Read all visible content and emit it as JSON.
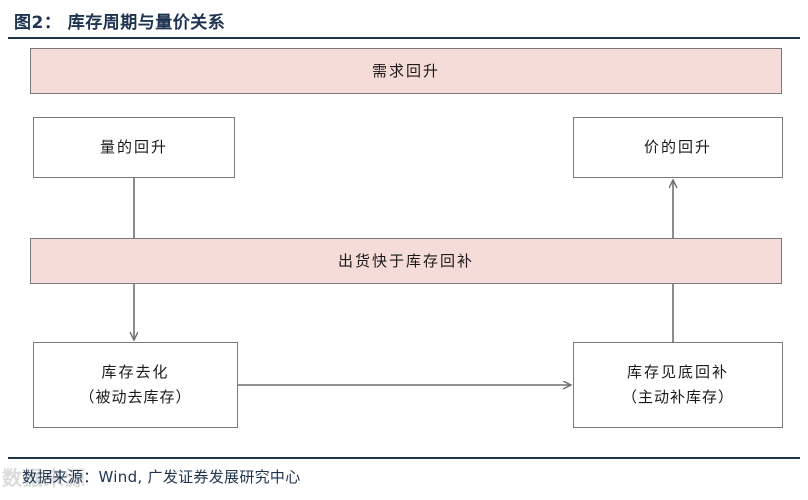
{
  "header": {
    "title": "图2： 库存周期与量价关系",
    "title_color": "#1d3350"
  },
  "diagram": {
    "type": "flowchart",
    "accent_fill": "#f5dcd9",
    "border_color": "#7a7a7a",
    "nodes": [
      {
        "id": "demand-rise",
        "label": "需求回升",
        "label2": "",
        "style": "pink"
      },
      {
        "id": "volume-rise",
        "label": "量的回升",
        "label2": "",
        "style": "plain"
      },
      {
        "id": "price-rise",
        "label": "价的回升",
        "label2": "",
        "style": "plain"
      },
      {
        "id": "shipment-fast",
        "label": "出货快于库存回补",
        "label2": "",
        "style": "pink"
      },
      {
        "id": "destocking",
        "label": "库存去化",
        "label2": "（被动去库存）",
        "style": "plain"
      },
      {
        "id": "restocking",
        "label": "库存见底回补",
        "label2": "（主动补库存）",
        "style": "plain"
      }
    ],
    "connectors": [
      {
        "id": "volume-to-shipment",
        "from": "volume-rise",
        "to": "shipment-fast",
        "arrow": false,
        "direction": "down"
      },
      {
        "id": "shipment-to-price",
        "from": "shipment-fast",
        "to": "price-rise",
        "arrow": true,
        "direction": "up"
      },
      {
        "id": "shipment-to-destock",
        "from": "shipment-fast",
        "to": "destocking",
        "arrow": true,
        "direction": "down"
      },
      {
        "id": "shipment-to-restock",
        "from": "shipment-fast",
        "to": "restocking",
        "arrow": false,
        "direction": "down"
      },
      {
        "id": "destock-to-restock",
        "from": "destocking",
        "to": "restocking",
        "arrow": true,
        "direction": "right"
      }
    ]
  },
  "footer": {
    "source": "数据来源：Wind, 广发证券发展研究中心",
    "watermark": "数据来源"
  }
}
